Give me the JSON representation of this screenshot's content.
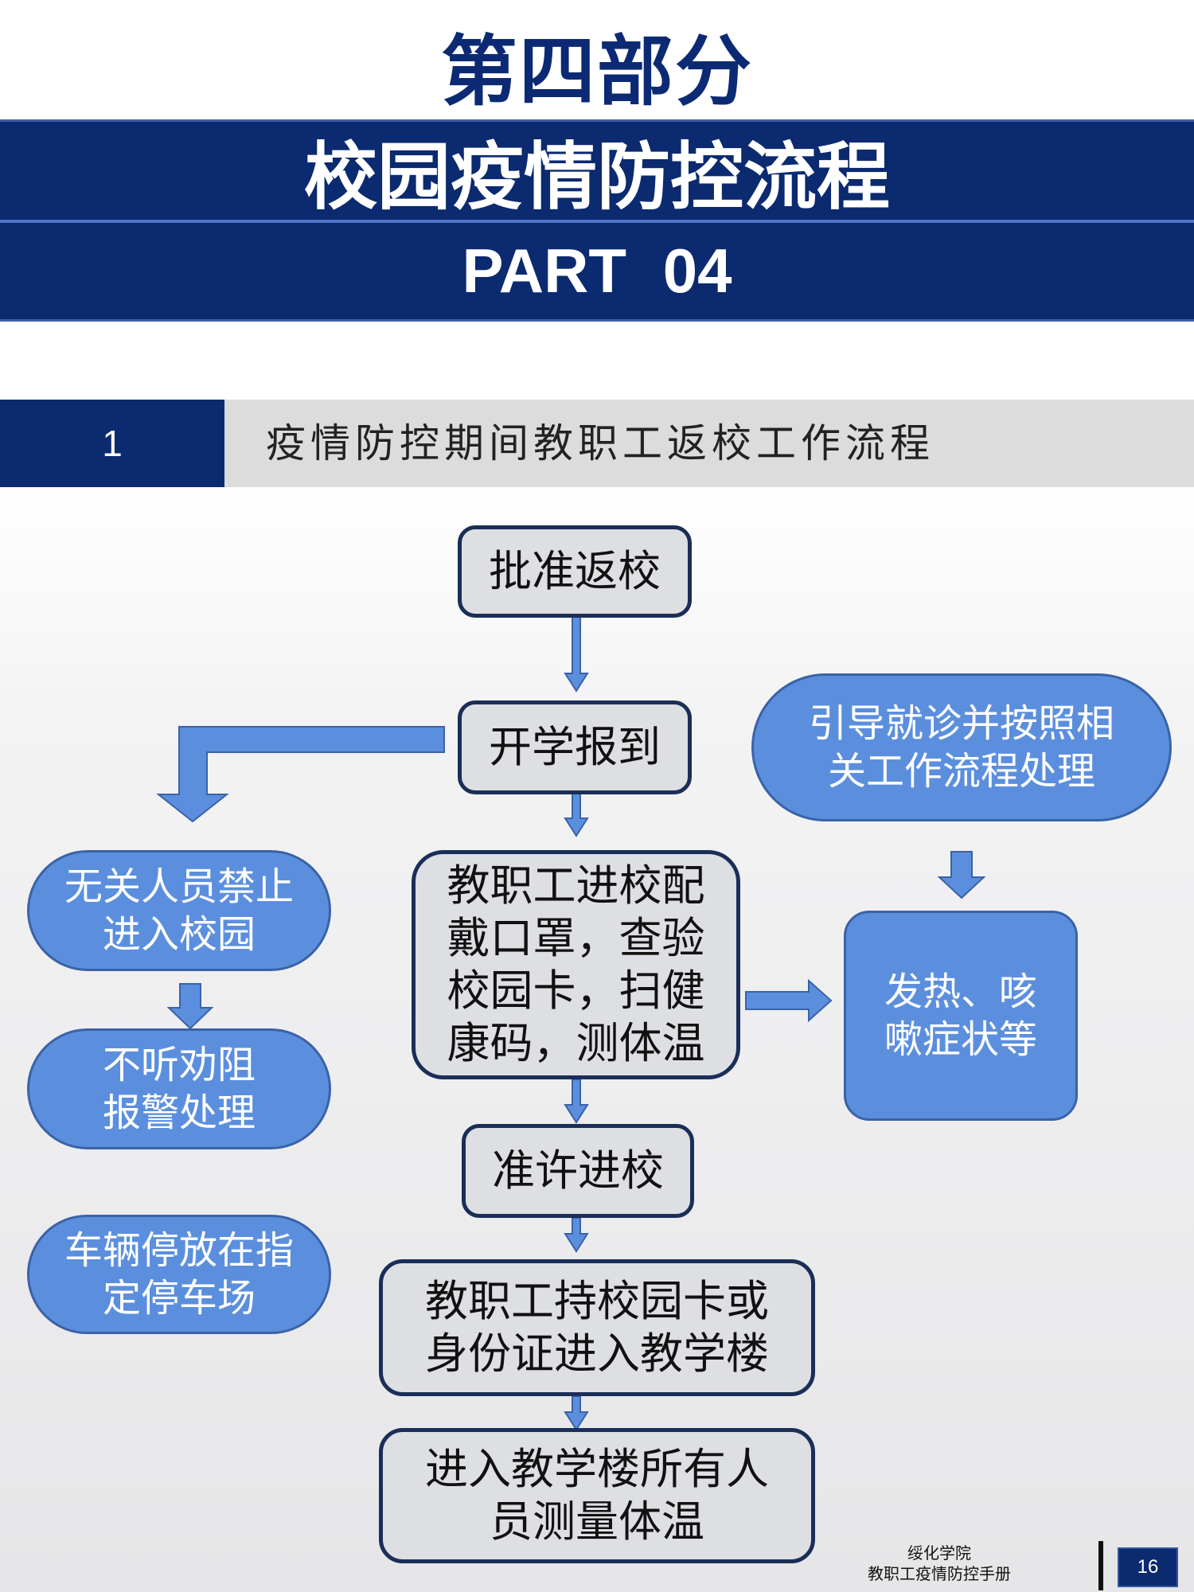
{
  "header": {
    "part_label": "第四部分",
    "title": "校园疫情防控流程",
    "part_en": "PART 04"
  },
  "section": {
    "number": "1",
    "title": "疫情防控期间教职工返校工作流程"
  },
  "flow": {
    "approve_return": "批准返校",
    "registration": "开学报到",
    "entry_check": "教职工进校配\n戴口罩，查验\n校园卡，扫健\n康码，测体温",
    "allow_entry": "准许进校",
    "building_entry": "教职工持校园卡或\n身份证进入教学楼",
    "building_temp": "进入教学楼所有人\n员测量体温",
    "no_outsiders": "无关人员禁止\n进入校园",
    "call_police": "不听劝阻\n报警处理",
    "parking": "车辆停放在指\n定停车场",
    "guide_medical": "引导就诊并按照相\n关工作流程处理",
    "symptoms": "发热、咳\n嗽症状等"
  },
  "footer": {
    "org_line1": "绥化学院",
    "org_line2": "教职工疫情防控手册",
    "page": "16"
  },
  "colors": {
    "navy": "#0b2a6f",
    "node_blue": "#5b8fde",
    "arrow_blue": "#5b8fde",
    "box_gray": "#dedfe3"
  }
}
